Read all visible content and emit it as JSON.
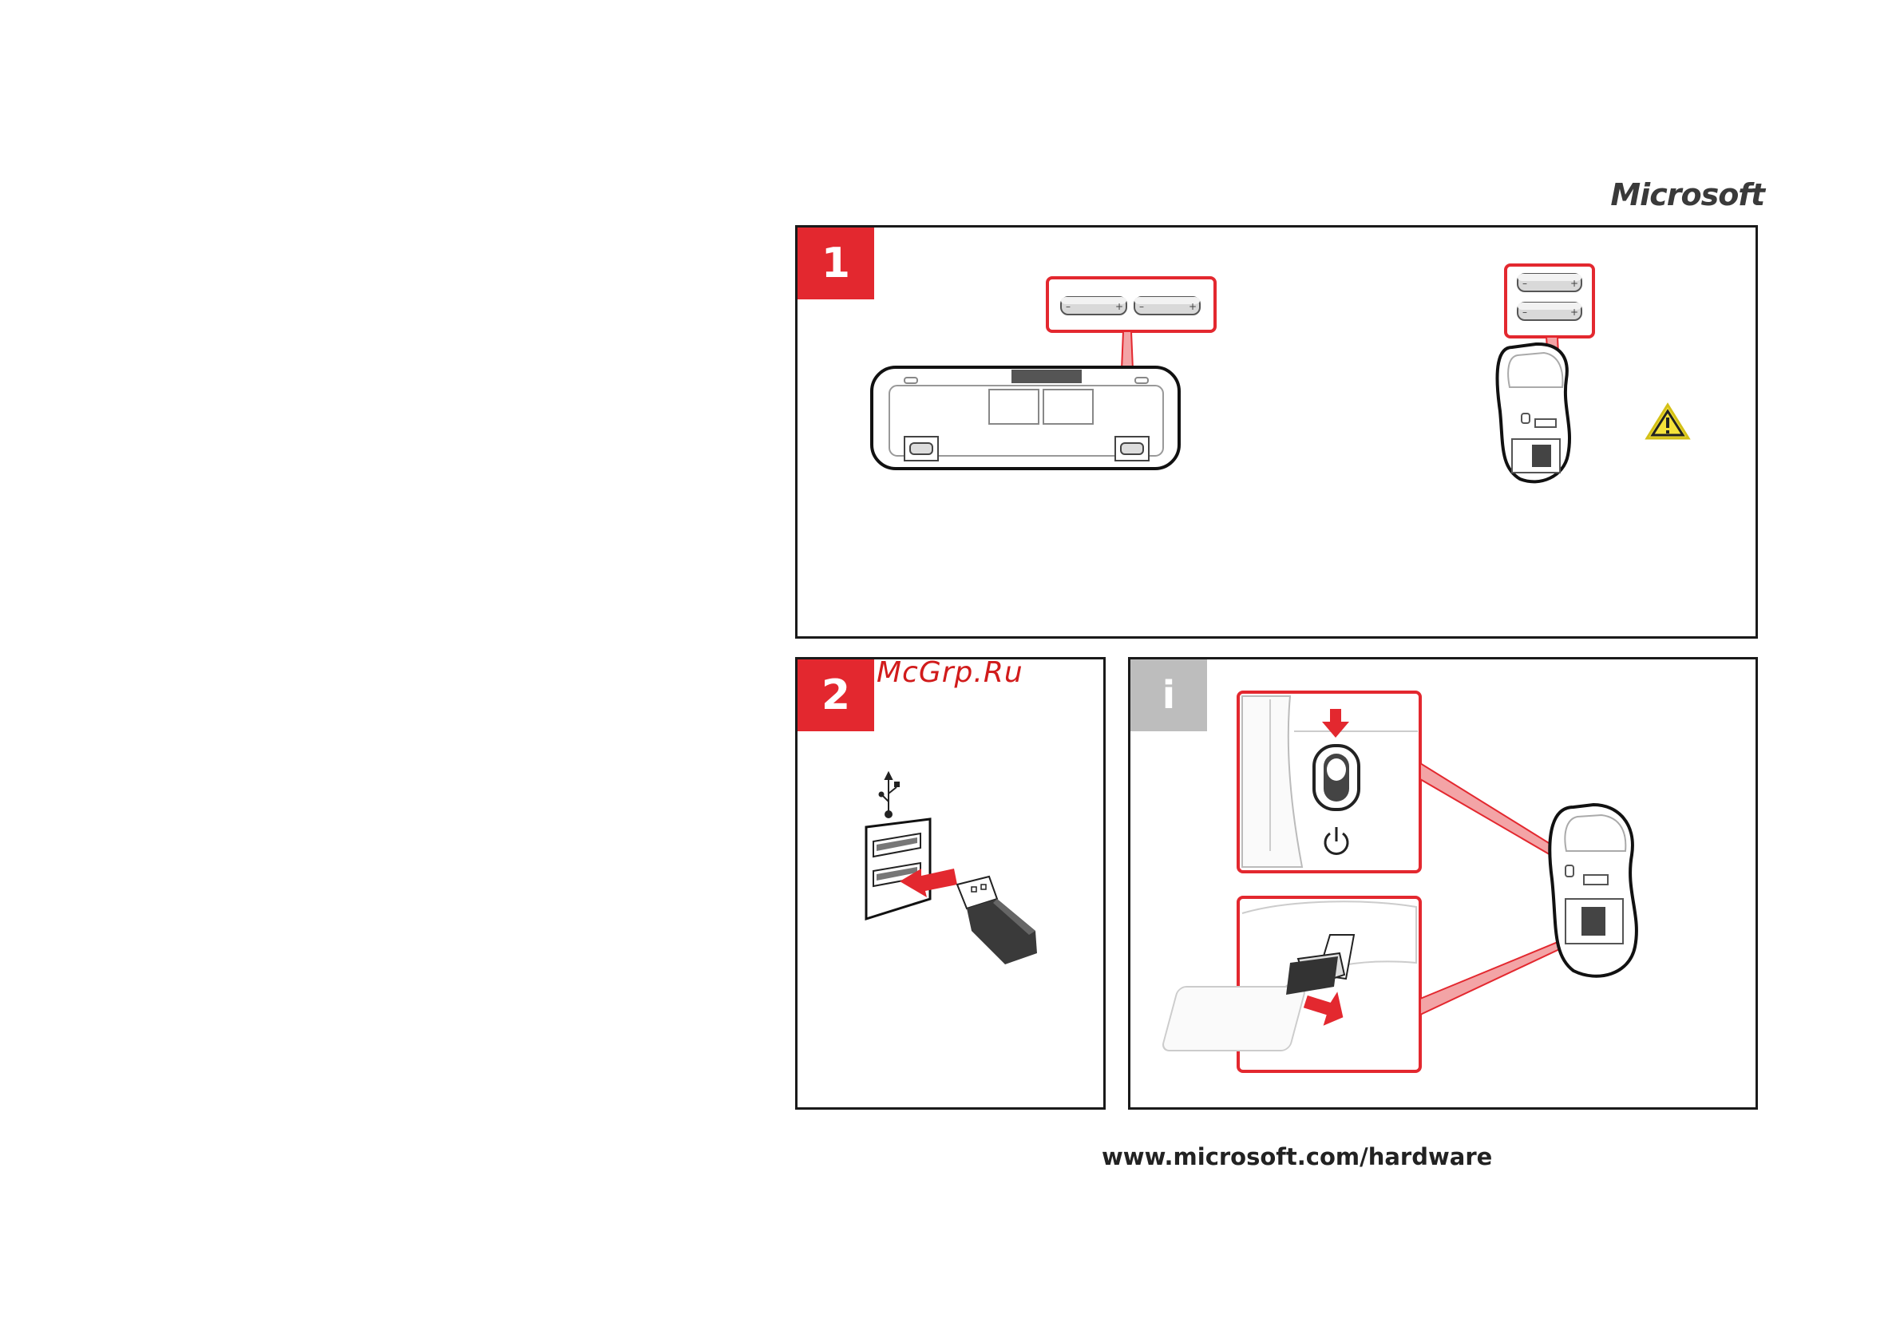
{
  "brand": {
    "logo_text": "Microsoft"
  },
  "steps": {
    "step1_label": "1",
    "step2_label": "2",
    "info_label": "i"
  },
  "watermark": "McGrp.Ru",
  "footer": {
    "url": "www.microsoft.com/hardware"
  },
  "icons": {
    "warning": "warning-triangle-icon",
    "usb": "usb-symbol-icon",
    "power": "power-icon",
    "arrow": "red-arrow-icon"
  },
  "colors": {
    "accent": "#e3282f",
    "info_tab": "#bdbdbd",
    "border": "#1a1a1a",
    "warning": "#f5e23a"
  }
}
